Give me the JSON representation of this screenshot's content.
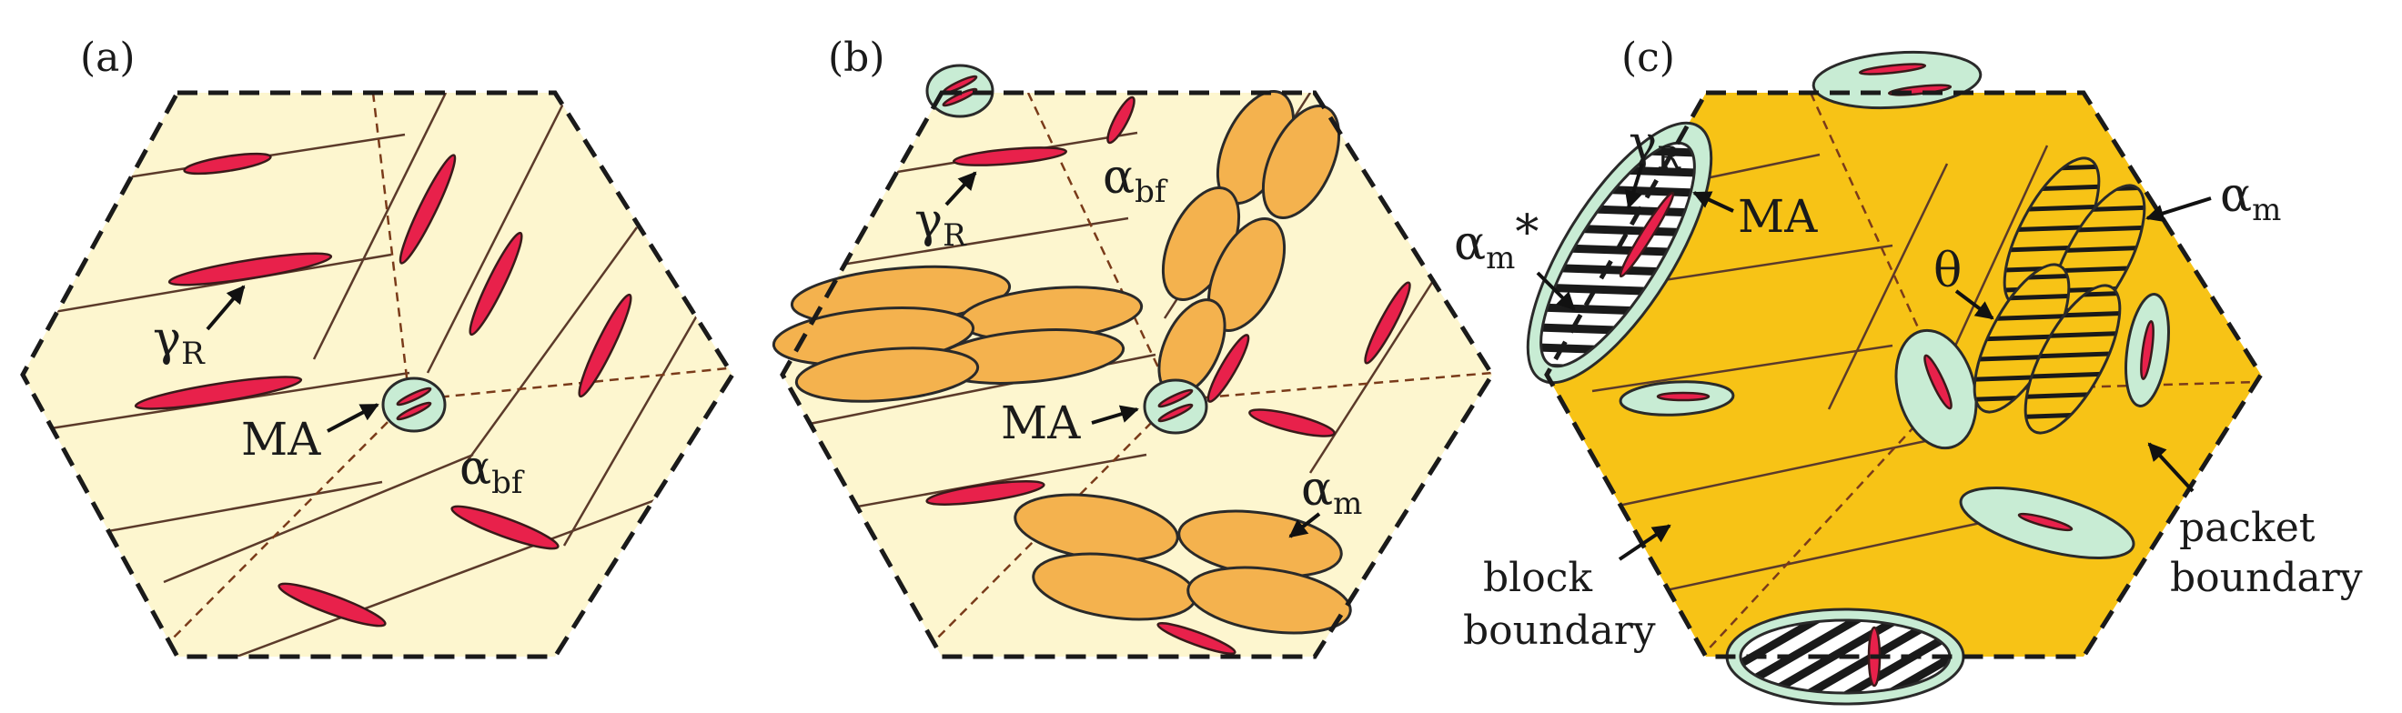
{
  "panels": {
    "a": {
      "label": "(a)",
      "gamma": "γ",
      "gamma_sub": "R",
      "ma": "MA",
      "alpha": "α",
      "alpha_sub": "bf"
    },
    "b": {
      "label": "(b)",
      "gamma": "γ",
      "gamma_sub": "R",
      "ma": "MA",
      "alpha_bf": "α",
      "alpha_bf_sub": "bf",
      "alpha_m": "α",
      "alpha_m_sub": "m"
    },
    "c": {
      "label": "(c)",
      "gamma": "γ",
      "gamma_sub": "R",
      "ma": "MA",
      "alpha_star": "α",
      "alpha_star_sub": "m",
      "alpha_star_mark": "*",
      "alpha_m": "α",
      "alpha_m_sub": "m",
      "theta": "θ",
      "block_1": "block",
      "block_2": "boundary",
      "packet_1": "packet",
      "packet_2": "boundary"
    }
  },
  "colors": {
    "prior_grain_light": "#fdf6cf",
    "prior_grain_dark": "#f7c316",
    "retained_austenite": "#e8214b",
    "martensite_austenite": "#c8ecd4",
    "martensite": "#f4b24e"
  }
}
